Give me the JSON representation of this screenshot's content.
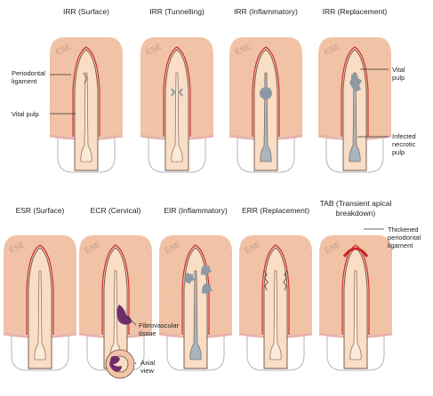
{
  "colors": {
    "bone": "#f2c3a6",
    "bone_speckle": "#d9a488",
    "enamel_rim": "#e6b4ad",
    "crown_fill": "#ffffff",
    "crown_stroke": "#b5b5b5",
    "root_fill": "#f9ddc4",
    "root_stroke": "#6b5348",
    "pdl_red": "#c8262c",
    "pulp": "#fbead7",
    "pulp_grey": "#a9b6bf",
    "resorption_grey": "#8d9aa3",
    "fibrovascular": "#6e2d68"
  },
  "panels": [
    {
      "title": "IRR\n(Surface)",
      "ese": "ESE",
      "variant": "irr-surface"
    },
    {
      "title": "IRR\n(Tunnelling)",
      "ese": "ESE",
      "variant": "irr-tunnelling"
    },
    {
      "title": "IRR\n(Inflammatory)",
      "ese": "ESE",
      "variant": "irr-inflammatory"
    },
    {
      "title": "IRR\n(Replacement)",
      "ese": "ESE",
      "variant": "irr-replacement"
    },
    {
      "title": "ESR\n(Surface)",
      "ese": "ESE",
      "variant": "esr-surface"
    },
    {
      "title": "ECR\n(Cervical)",
      "ese": "ESE",
      "variant": "ecr-cervical"
    },
    {
      "title": "EIR\n(Inflammatory)",
      "ese": "ESE",
      "variant": "eir-inflammatory"
    },
    {
      "title": "ERR\n(Replacement)",
      "ese": "ESE",
      "variant": "err-replacement"
    },
    {
      "title": "TAB\n(Transient apical\nbreakdown)",
      "ese": "ESE",
      "variant": "tab"
    }
  ],
  "labels": {
    "periodontal_ligament": "Periodontal\nligament",
    "vital_pulp_left": "Vital pulp",
    "vital_pulp_right": "Vital\npulp",
    "infected_necrotic_pulp": "Infected\nnecrotic\npulp",
    "fibrovascular_tissue": "Fibrovascular\ntissue",
    "axial_view": "Axial\nview",
    "thickened_pdl": "Thickened\nperiodontal\nligament"
  }
}
